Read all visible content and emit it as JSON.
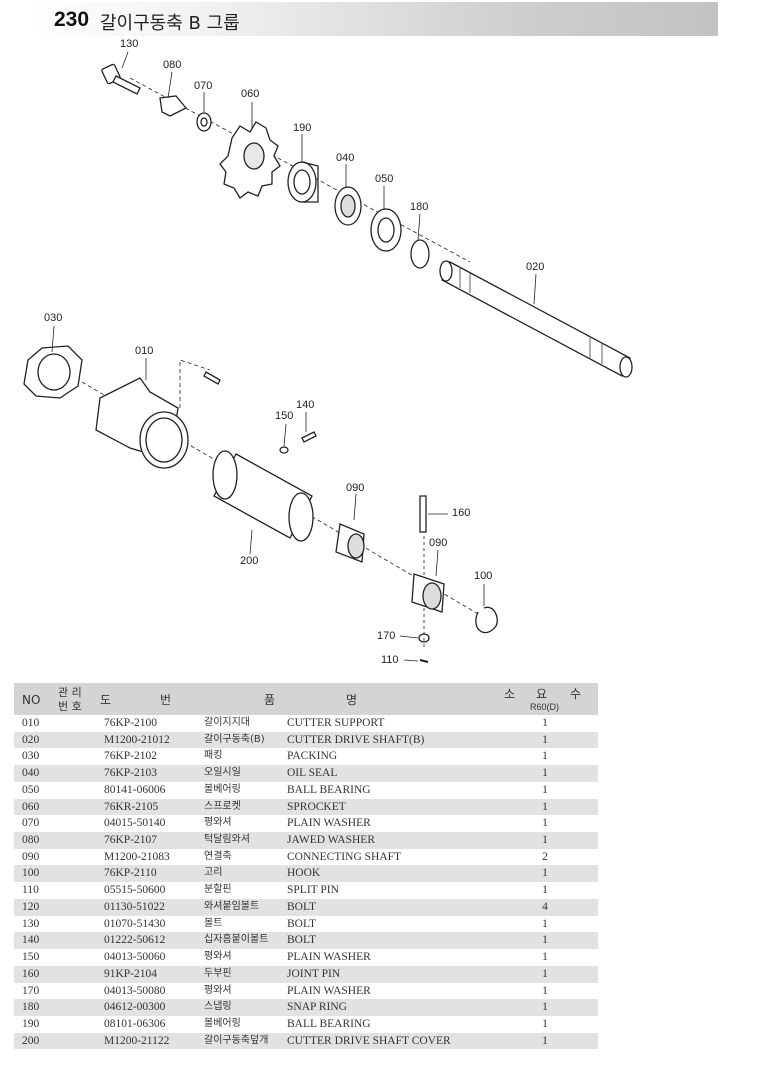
{
  "header": {
    "page_number": "230",
    "title": "갈이구동축 B 그룹"
  },
  "diagram": {
    "callouts": [
      "130",
      "080",
      "070",
      "060",
      "190",
      "040",
      "050",
      "180",
      "020",
      "030",
      "010",
      "150",
      "140",
      "200",
      "090",
      "160",
      "090",
      "100",
      "170",
      "110"
    ]
  },
  "table": {
    "headers": {
      "no": "NO",
      "mgmt_1": "관 리",
      "mgmt_2": "번 호",
      "do": "도",
      "beon": "번",
      "pum": "품",
      "myeong": "명",
      "so": "소",
      "yo": "요",
      "su": "수",
      "model": "R60(D)"
    },
    "rows": [
      {
        "no": "010",
        "code": "76KP-2100",
        "kr": "갈이지지대",
        "en": "CUTTER SUPPORT",
        "qty": "1"
      },
      {
        "no": "020",
        "code": "M1200-21012",
        "kr": "갈이구동축(B)",
        "en": "CUTTER DRIVE SHAFT(B)",
        "qty": "1"
      },
      {
        "no": "030",
        "code": "76KP-2102",
        "kr": "패킹",
        "en": "PACKING",
        "qty": "1"
      },
      {
        "no": "040",
        "code": "76KP-2103",
        "kr": "오일시일",
        "en": "OIL SEAL",
        "qty": "1"
      },
      {
        "no": "050",
        "code": "80141-06006",
        "kr": "볼베어링",
        "en": "BALL BEARING",
        "qty": "1"
      },
      {
        "no": "060",
        "code": "76KR-2105",
        "kr": "스프로켓",
        "en": "SPROCKET",
        "qty": "1"
      },
      {
        "no": "070",
        "code": "04015-50140",
        "kr": "평와셔",
        "en": "PLAIN WASHER",
        "qty": "1"
      },
      {
        "no": "080",
        "code": "76KP-2107",
        "kr": "턱달림와셔",
        "en": "JAWED WASHER",
        "qty": "1"
      },
      {
        "no": "090",
        "code": "M1200-21083",
        "kr": "연결축",
        "en": "CONNECTING SHAFT",
        "qty": "2"
      },
      {
        "no": "100",
        "code": "76KP-2110",
        "kr": "고리",
        "en": "HOOK",
        "qty": "1"
      },
      {
        "no": "110",
        "code": "05515-50600",
        "kr": "분할핀",
        "en": "SPLIT PIN",
        "qty": "1"
      },
      {
        "no": "120",
        "code": "01130-51022",
        "kr": "와셔붙임볼트",
        "en": "BOLT",
        "qty": "4"
      },
      {
        "no": "130",
        "code": "01070-51430",
        "kr": "볼트",
        "en": "BOLT",
        "qty": "1"
      },
      {
        "no": "140",
        "code": "01222-50612",
        "kr": "십자홈붙이볼트",
        "en": "BOLT",
        "qty": "1"
      },
      {
        "no": "150",
        "code": "04013-50060",
        "kr": "평와셔",
        "en": "PLAIN WASHER",
        "qty": "1"
      },
      {
        "no": "160",
        "code": "91KP-2104",
        "kr": "두부핀",
        "en": "JOINT PIN",
        "qty": "1"
      },
      {
        "no": "170",
        "code": "04013-50080",
        "kr": "평와셔",
        "en": "PLAIN WASHER",
        "qty": "1"
      },
      {
        "no": "180",
        "code": "04612-00300",
        "kr": "스냅링",
        "en": "SNAP RING",
        "qty": "1"
      },
      {
        "no": "190",
        "code": "08101-06306",
        "kr": "볼베어링",
        "en": "BALL BEARING",
        "qty": "1"
      },
      {
        "no": "200",
        "code": "M1200-21122",
        "kr": "갈이구동축덮개",
        "en": "CUTTER DRIVE SHAFT COVER",
        "qty": "1"
      }
    ]
  }
}
